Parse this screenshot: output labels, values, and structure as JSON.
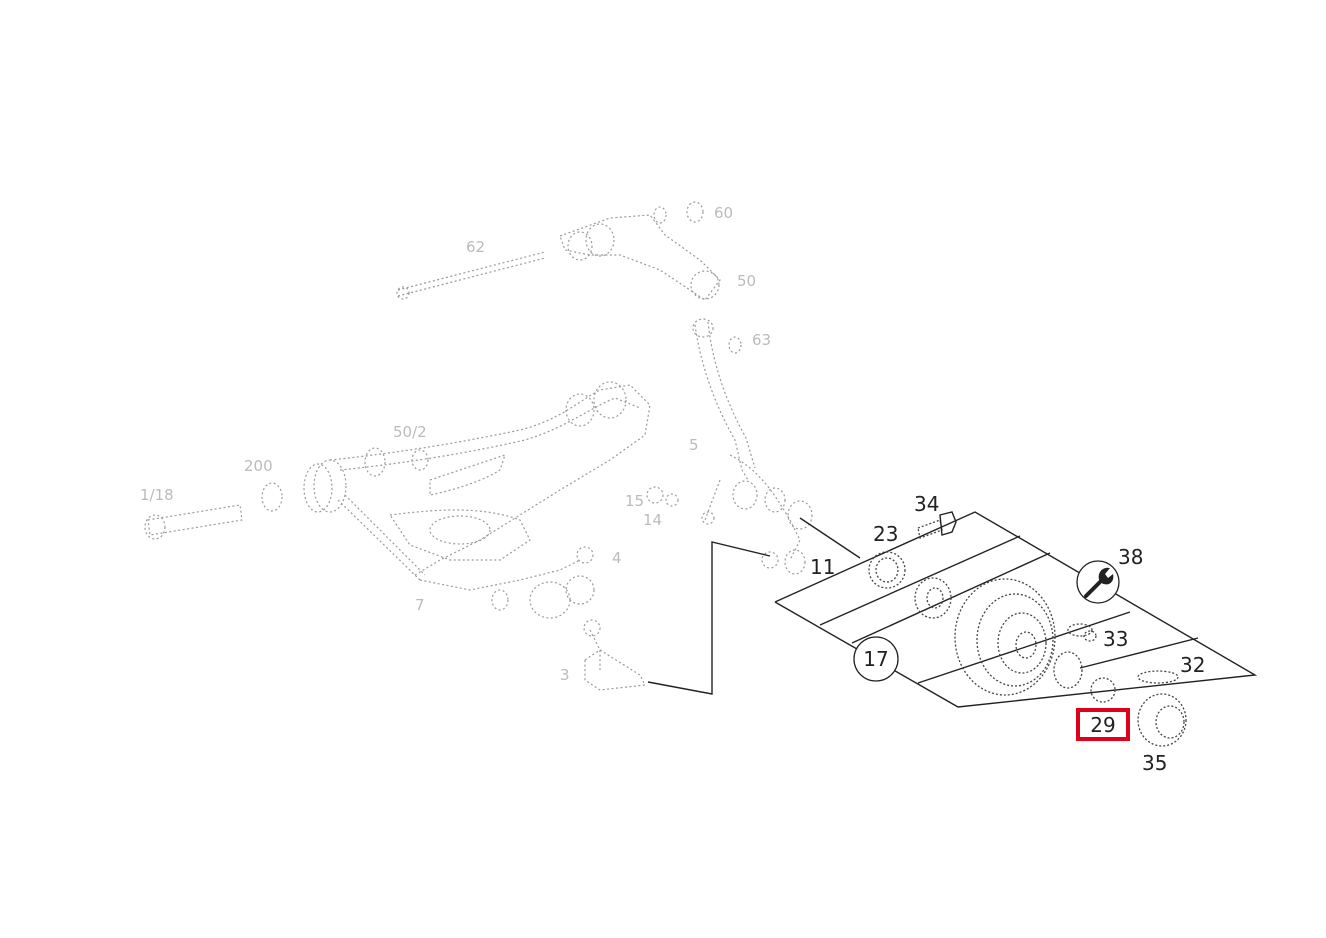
{
  "callouts": {
    "c17": "17",
    "c23": "23",
    "c34": "34",
    "c38": "38",
    "c33": "33",
    "c32": "32",
    "c29": "29",
    "c35": "35",
    "c11": "11"
  },
  "faded_labels": {
    "f62": "62",
    "f60": "60",
    "f50": "50",
    "f63": "63",
    "f506": "50/2",
    "f200": "200",
    "f1718": "1/18",
    "f5": "5",
    "f15": "15",
    "f14": "14",
    "f4": "4",
    "f7": "7",
    "f3": "3"
  },
  "highlight": {
    "selected_label": "29",
    "color": "#e0001b"
  },
  "icons": {
    "wrench": "wrench-icon"
  }
}
